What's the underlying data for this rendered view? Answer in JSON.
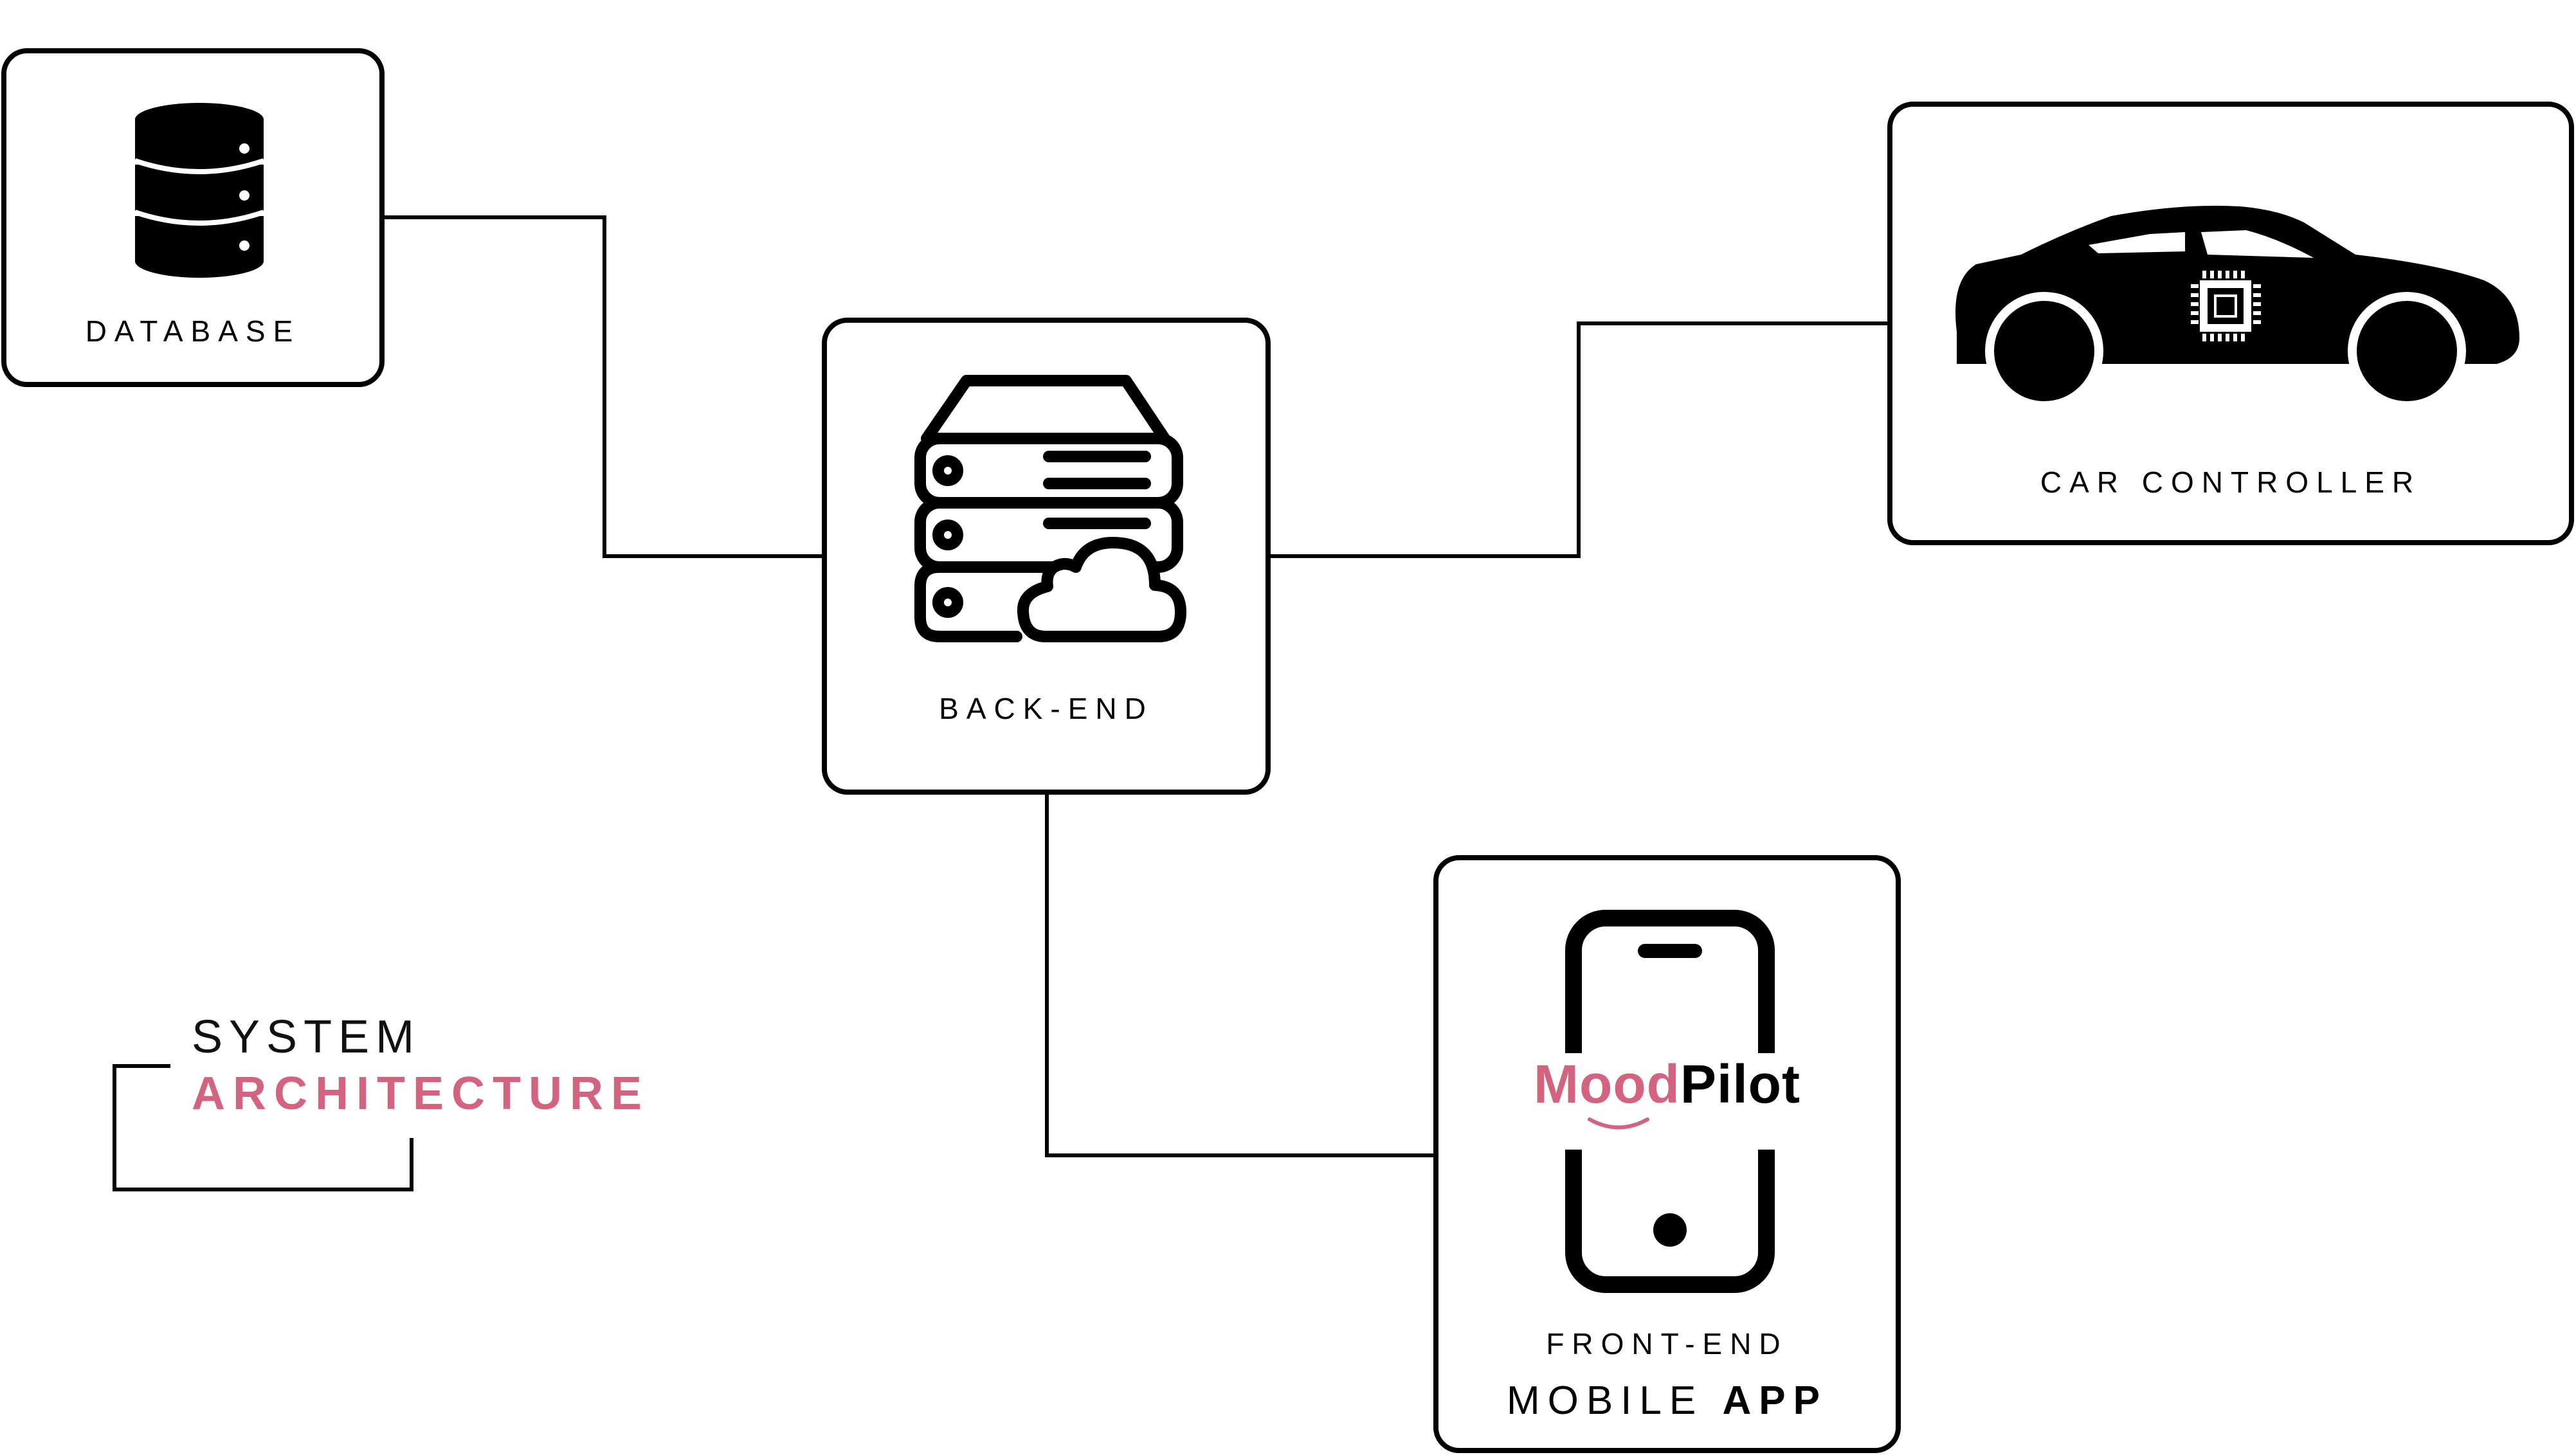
{
  "colors": {
    "accent": "#d4637f",
    "ink": "#000000"
  },
  "nodes": {
    "database": {
      "label": "DATABASE",
      "icon": "database-icon"
    },
    "backend": {
      "label": "BACK-END",
      "icon": "server-cloud-icon"
    },
    "car": {
      "label": "CAR CONTROLLER",
      "icon": "car-chip-icon"
    },
    "frontend": {
      "label": "FRONT-END",
      "sub_label_regular": "MOBILE",
      "sub_label_bold": "APP",
      "icon": "smartphone-icon",
      "brand_mood": "Mood",
      "brand_pilot": "Pilot"
    }
  },
  "title": {
    "line1": "SYSTEM",
    "line2": "ARCHITECTURE"
  }
}
